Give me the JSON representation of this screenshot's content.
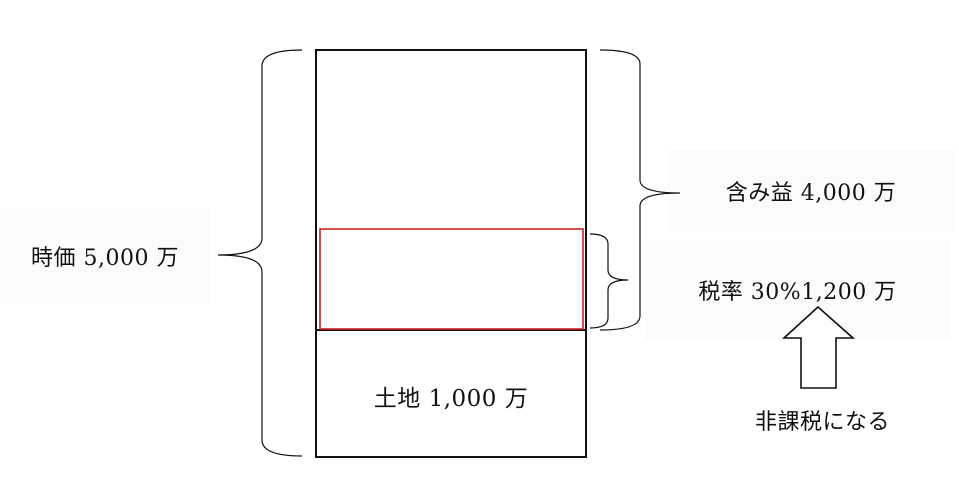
{
  "diagram": {
    "market_value_label": "時価 5,000 万",
    "unrealized_gain_label": "含み益 4,000 万",
    "tax_label": "税率 30%1,200 万",
    "land_label": "土地 1,000 万",
    "non_taxable_label": "非課税になる",
    "colors": {
      "outline": "#111111",
      "tax_highlight": "#cc2222",
      "label_background": "#fbfbfb"
    }
  }
}
